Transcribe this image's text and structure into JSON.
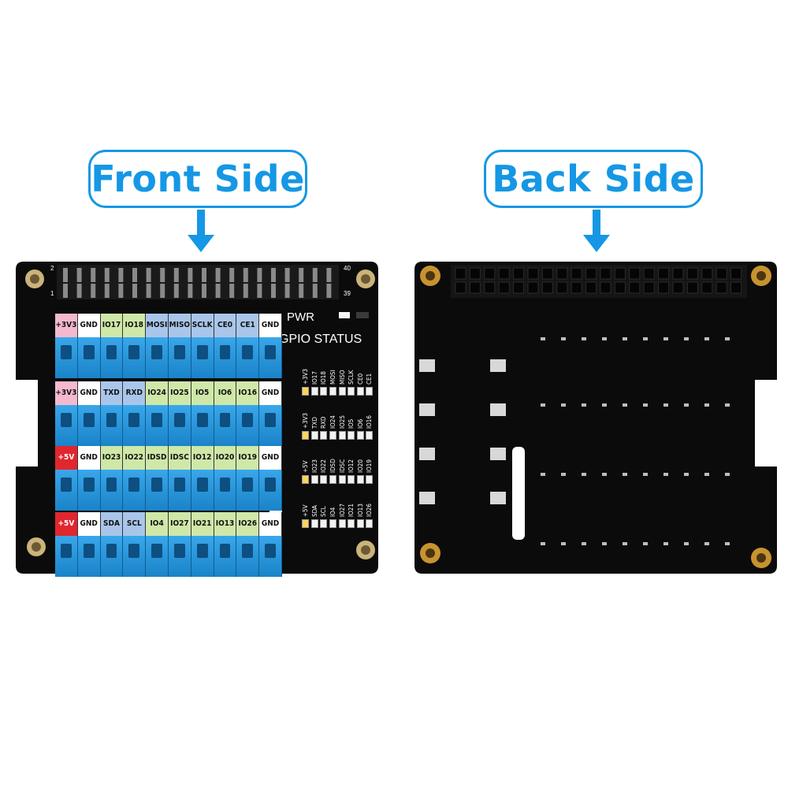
{
  "callouts": {
    "front": "Front Side",
    "back": "Back Side"
  },
  "front": {
    "pwr": "PWR",
    "status_title": "GPIO STATUS",
    "pin_numbers": {
      "top_left": "2",
      "bottom_left": "1",
      "top_right": "40",
      "bottom_right": "39"
    },
    "terminal_rows": [
      {
        "labels": [
          "+3V3",
          "GND",
          "IO17",
          "IO18",
          "MOSI",
          "MISO",
          "SCLK",
          "CE0",
          "CE1",
          "GND"
        ]
      },
      {
        "labels": [
          "+3V3",
          "GND",
          "TXD",
          "RXD",
          "IO24",
          "IO25",
          "IO5",
          "IO6",
          "IO16",
          "GND"
        ]
      },
      {
        "labels": [
          "+5V",
          "GND",
          "IO23",
          "IO22",
          "IDSD",
          "IDSC",
          "IO12",
          "IO20",
          "IO19",
          "GND"
        ]
      },
      {
        "labels": [
          "+5V",
          "GND",
          "SDA",
          "SCL",
          "IO4",
          "IO27",
          "IO21",
          "IO13",
          "IO26",
          "GND"
        ]
      }
    ],
    "label_colors": {
      "+3V3": "#f4b9cf",
      "+5V": "#e2262e",
      "GND": "#ffffff",
      "IO": "#cfe8a8",
      "SPI": "#a9c6ea",
      "UART": "#a9c6ea",
      "I2C": "#a9c6ea",
      "ID": "#cfe8a8"
    },
    "led_rows": [
      {
        "labels": [
          "+3V3",
          "IO17",
          "IO18",
          "MOSI",
          "MISO",
          "SCLK",
          "CE0",
          "CE1"
        ]
      },
      {
        "labels": [
          "+3V3",
          "TXD",
          "RXD",
          "IO24",
          "IO25",
          "IO5",
          "IO6",
          "IO16"
        ]
      },
      {
        "labels": [
          "+5V",
          "IO23",
          "IO22",
          "IDSD",
          "IDSC",
          "IO12",
          "IO20",
          "IO19"
        ]
      },
      {
        "labels": [
          "+5V",
          "SDA",
          "SCL",
          "IO4",
          "IO27",
          "IO21",
          "IO13",
          "IO26"
        ]
      }
    ]
  }
}
